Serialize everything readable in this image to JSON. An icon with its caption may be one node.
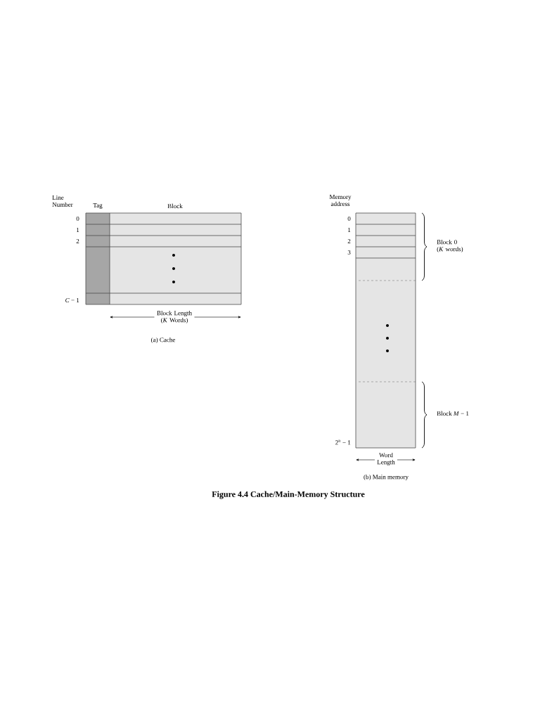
{
  "diagram": {
    "title": "Figure 4.4  Cache/Main-Memory Structure",
    "labels": [
      "Line Number",
      "Tag",
      "Block",
      "0",
      "1",
      "2",
      "*C* − 1",
      "Block Length (*K* Words)",
      "(a) Cache",
      "Memory address",
      "0",
      "1",
      "2",
      "3",
      "Block 0 (*K* words)",
      "2$^{n}$ − 1",
      "Block *M* − 1",
      "Word Length",
      "(b) Main memory"
    ]
  }
}
